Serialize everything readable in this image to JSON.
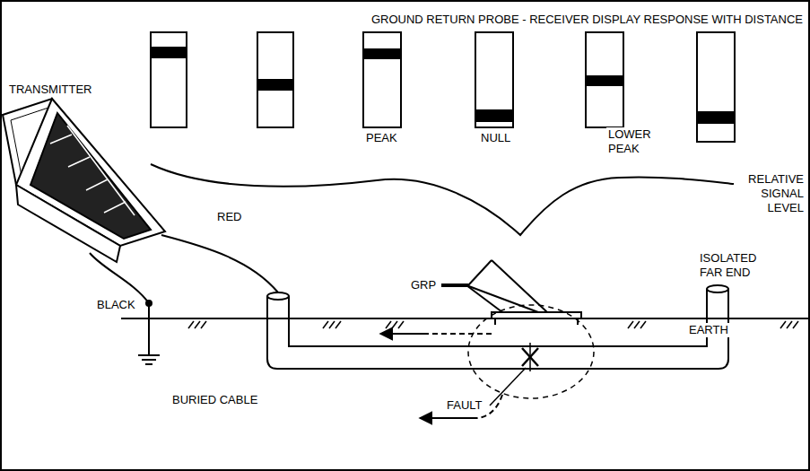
{
  "diagram": {
    "title": "GROUND RETURN PROBE - RECEIVER DISPLAY RESPONSE WITH DISTANCE",
    "labels": [
      "TRANSMITTER",
      "PEAK",
      "NULL",
      "LOWER PEAK",
      "RELATIVE SIGNAL LEVEL",
      "RED",
      "GRP",
      "ISOLATED FAR END",
      "BLACK",
      "EARTH",
      "BURIED CABLE",
      "FAULT"
    ]
  }
}
